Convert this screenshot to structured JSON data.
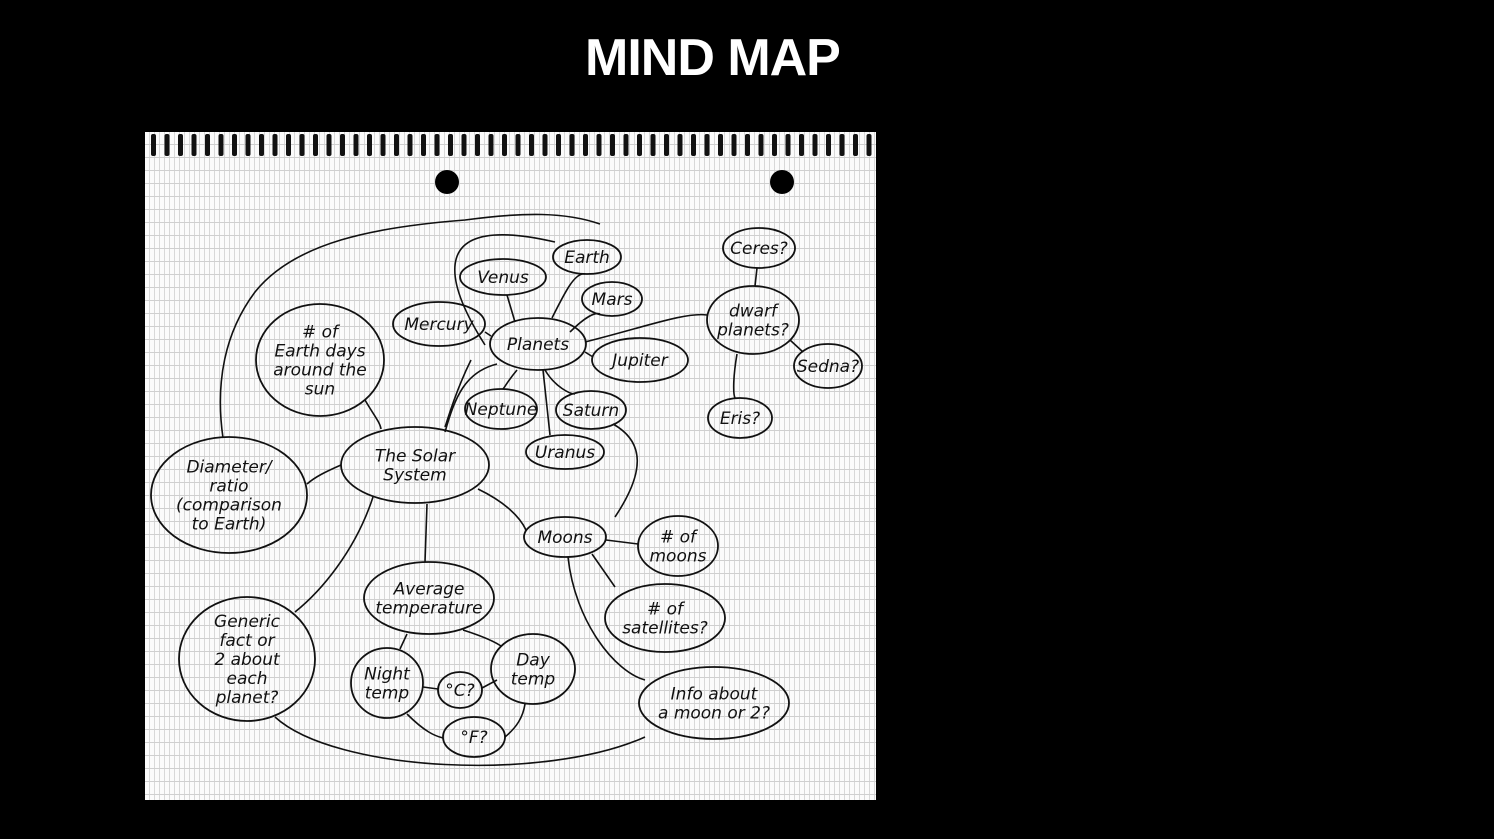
{
  "title": "MIND MAP",
  "nodes": {
    "solar": [
      "The Solar",
      "System"
    ],
    "planets": [
      "Planets"
    ],
    "earth": [
      "Earth"
    ],
    "venus": [
      "Venus"
    ],
    "mars": [
      "Mars"
    ],
    "mercury": [
      "Mercury"
    ],
    "jupiter": [
      "Jupiter"
    ],
    "neptune": [
      "Neptune"
    ],
    "saturn": [
      "Saturn"
    ],
    "uranus": [
      "Uranus"
    ],
    "dwarf": [
      "dwarf",
      "planets?"
    ],
    "ceres": [
      "Ceres?"
    ],
    "sedna": [
      "Sedna?"
    ],
    "eris": [
      "Eris?"
    ],
    "earthdays": [
      "# of",
      "Earth days",
      "around the",
      "sun"
    ],
    "diameter": [
      "Diameter/",
      "ratio",
      "(comparison",
      "to Earth)"
    ],
    "moons": [
      "Moons"
    ],
    "nummoons": [
      "# of",
      "moons"
    ],
    "satellites": [
      "# of",
      "satellites?"
    ],
    "moominfo": [
      "Info about",
      "a moon or 2?"
    ],
    "avgtemp": [
      "Average",
      "temperature"
    ],
    "night": [
      "Night",
      "temp"
    ],
    "day": [
      "Day",
      "temp"
    ],
    "celsius": [
      "°C?"
    ],
    "fahrenheit": [
      "°F?"
    ],
    "generic": [
      "Generic",
      "fact or",
      "2 about",
      "each",
      "planet?"
    ]
  }
}
